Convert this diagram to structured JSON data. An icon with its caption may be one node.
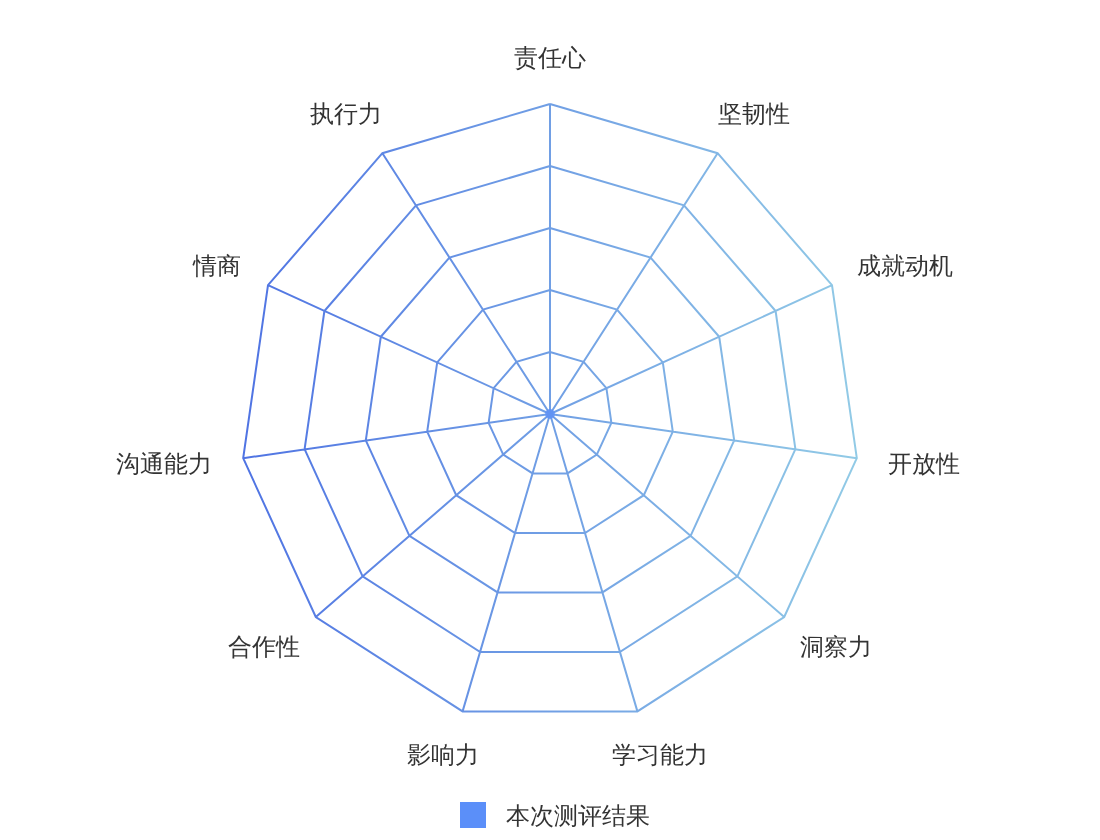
{
  "diagram": {
    "labels": [
      "责任心",
      "坚韧性",
      "成就动机",
      "开放性",
      "洞察力",
      "学习能力",
      "影响力",
      "合作性",
      "沟通能力",
      "情商",
      "执行力"
    ],
    "legend": [
      {
        "text": "本次测评结果",
        "color": "#5b8ff9"
      }
    ]
  }
}
